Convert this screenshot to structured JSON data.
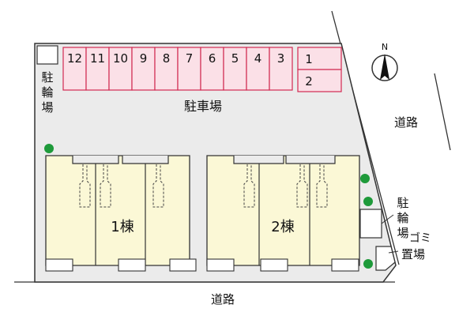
{
  "parking": {
    "label": "駐車場",
    "row_top": [
      "12",
      "11",
      "10",
      "9",
      "8",
      "7",
      "6",
      "5",
      "4",
      "3"
    ],
    "right": [
      "1",
      "2"
    ]
  },
  "bike_parking_left": [
    "駐",
    "輪",
    "場"
  ],
  "bike_parking_right": [
    "駐",
    "輪",
    "場"
  ],
  "garbage": [
    "ゴミ",
    "置場"
  ],
  "buildings": {
    "b1": "1棟",
    "b2": "2棟"
  },
  "roads": {
    "east": "道路",
    "south": "道路"
  },
  "compass": {
    "label": "N"
  },
  "colors": {
    "lot": "#ebebeb",
    "parking_fill": "#fbe0e7",
    "parking_stroke": "#d22a52",
    "building_fill": "#fbf8d6",
    "tree": "#1e9a3a"
  }
}
